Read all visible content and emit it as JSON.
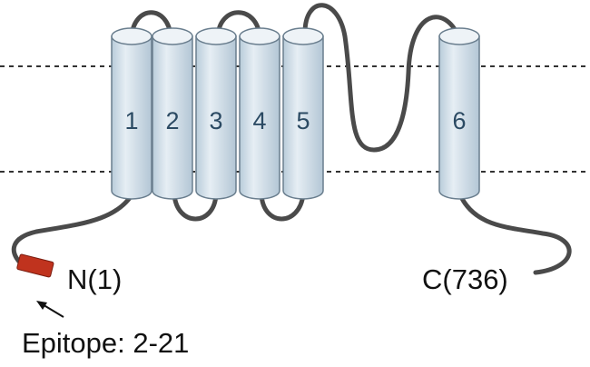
{
  "membrane": {
    "line_style": "dashed"
  },
  "helices": [
    {
      "label": "1"
    },
    {
      "label": "2"
    },
    {
      "label": "3"
    },
    {
      "label": "4"
    },
    {
      "label": "5"
    },
    {
      "label": "6"
    }
  ],
  "n_terminus": {
    "label": "N(1)"
  },
  "c_terminus": {
    "label": "C(736)"
  },
  "epitope": {
    "label": "Epitope: 2-21",
    "color": "#c0331e"
  },
  "colors": {
    "helix_fill": "#d3e0ea",
    "helix_stroke": "#6a7e8e",
    "chain": "#4a4a4a",
    "number": "#2b4a63"
  }
}
